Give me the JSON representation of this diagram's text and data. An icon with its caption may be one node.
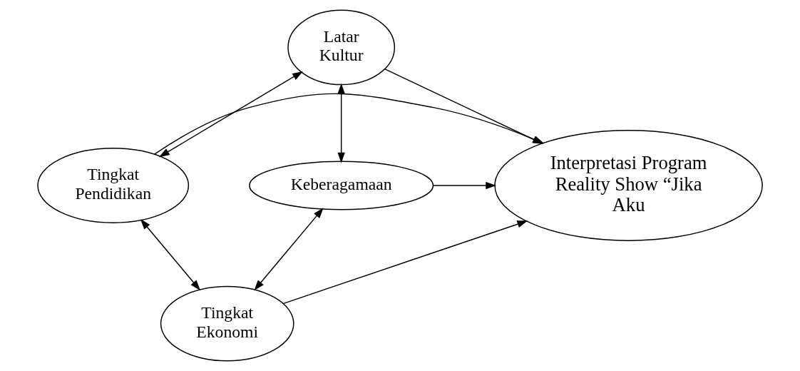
{
  "diagram": {
    "nodes": [
      {
        "text": [
          "Latar Kultur"
        ]
      },
      {
        "text": [
          "Tingkat Pendidikan"
        ]
      },
      {
        "text": [
          "Interpretasi Program Reality Show “Jika Aku"
        ]
      },
      {
        "text": [
          "Keberagamaan"
        ]
      },
      {
        "text": [
          "Tingkat Ekonomi"
        ]
      }
    ],
    "edges": [
      {
        "from": 0,
        "to": 1,
        "arrow": "both"
      },
      {
        "from": 0,
        "to": 3,
        "arrow": "both"
      },
      {
        "from": 0,
        "to": 2,
        "arrow": "to"
      },
      {
        "from": 1,
        "to": 2,
        "arrow": "to"
      },
      {
        "from": 3,
        "to": 2,
        "arrow": "to"
      },
      {
        "from": 4,
        "to": 2,
        "arrow": "to"
      },
      {
        "from": 1,
        "to": 4,
        "arrow": "both"
      },
      {
        "from": 3,
        "to": 4,
        "arrow": "both"
      }
    ]
  }
}
